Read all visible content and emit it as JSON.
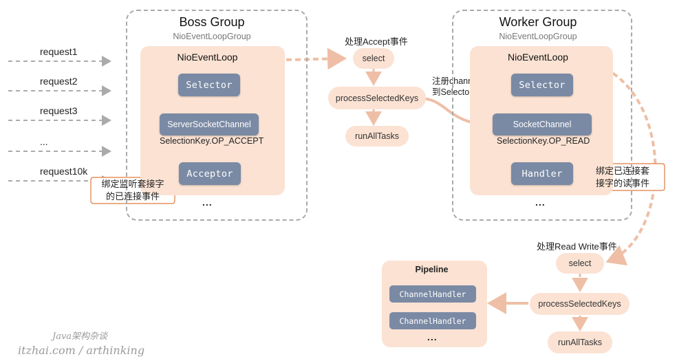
{
  "requests": [
    "request1",
    "request2",
    "request3",
    "...",
    "request10k"
  ],
  "boss": {
    "title": "Boss Group",
    "subtitle": "NioEventLoopGroup",
    "loop_title": "NioEventLoop",
    "selector": "Selector",
    "channel": "ServerSocketChannel",
    "key": "SelectionKey.OP_ACCEPT",
    "acceptor": "Acceptor",
    "more": "...",
    "callout": [
      "绑定监听套接字",
      "的已连接事件"
    ]
  },
  "worker": {
    "title": "Worker Group",
    "subtitle": "NioEventLoopGroup",
    "loop_title": "NioEventLoop",
    "selector": "Selector",
    "channel": "SocketChannel",
    "key": "SelectionKey.OP_READ",
    "handler": "Handler",
    "more": "...",
    "callout": [
      "绑定已连接套",
      "接字的读事件"
    ]
  },
  "accept_flow": {
    "heading": "处理Accept事件",
    "steps": [
      "select",
      "processSelectedKeys",
      "runAllTasks"
    ],
    "register_label": [
      "注册channel",
      "到Selector"
    ]
  },
  "rw_flow": {
    "heading": "处理Read Write事件",
    "steps": [
      "select",
      "processSelectedKeys",
      "runAllTasks"
    ]
  },
  "pipeline": {
    "title": "Pipeline",
    "handlers": [
      "ChannelHandler",
      "ChannelHandler"
    ],
    "more": "..."
  },
  "watermark": {
    "line1": "Java架构杂谈",
    "line2": "itzhai.com / arthinking"
  },
  "colors": {
    "panel": "#fbe2d3",
    "box": "#7a8aa4",
    "arrow": "#eebfa6",
    "dashed_border": "#a9a9a9",
    "callout_border": "#e07a3c"
  }
}
